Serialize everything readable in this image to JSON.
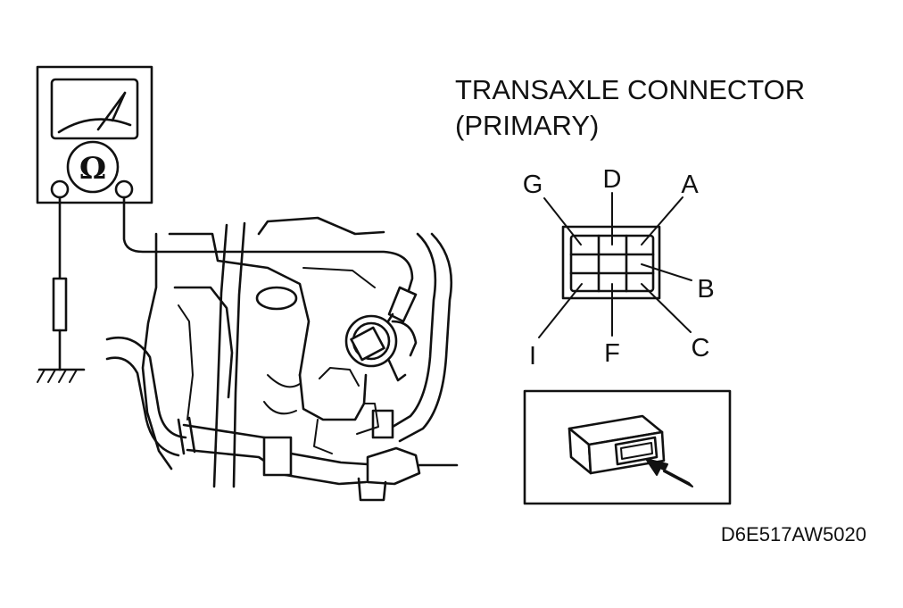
{
  "diagram": {
    "title_line1": "TRANSAXLE CONNECTOR",
    "title_line2": "(PRIMARY)",
    "figure_code": "D6E517AW5020",
    "meter_symbol": "Ω",
    "connector_pins": {
      "G": "G",
      "D": "D",
      "A": "A",
      "B": "B",
      "C": "C",
      "F": "F",
      "I": "I"
    },
    "icons": {
      "meter": "ohmmeter-icon",
      "ground": "ground-symbol-icon",
      "arrow": "insertion-arrow-icon"
    }
  }
}
